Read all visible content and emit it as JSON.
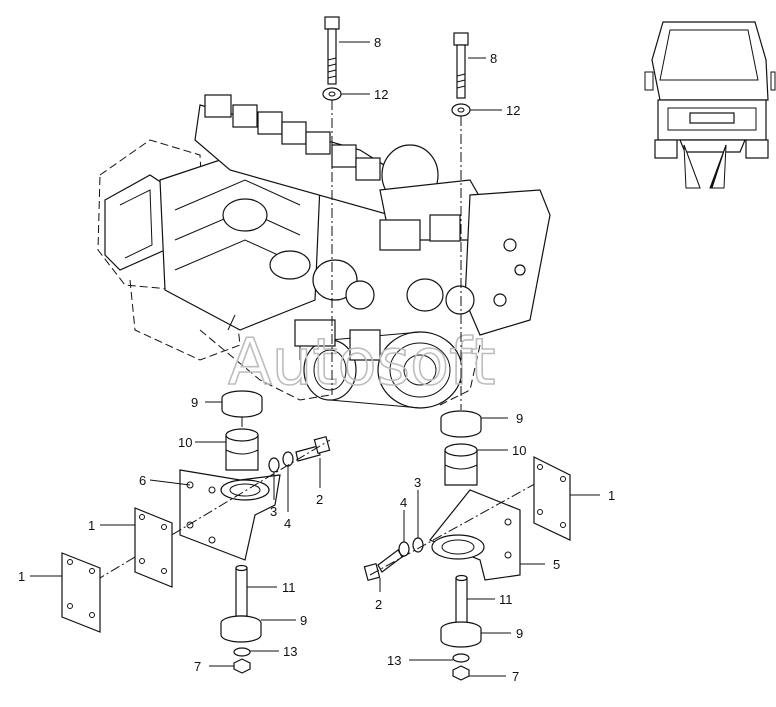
{
  "watermark": "Autosoft",
  "callouts": {
    "c8a": "8",
    "c12a": "12",
    "c8b": "8",
    "c12b": "12",
    "c9a": "9",
    "c10a": "10",
    "c6": "6",
    "c2a": "2",
    "c3a": "3",
    "c4a": "4",
    "c1a": "1",
    "c1b": "1",
    "c11a": "11",
    "c9c": "9",
    "c13a": "13",
    "c7a": "7",
    "c9b": "9",
    "c10b": "10",
    "c1c": "1",
    "c3b": "3",
    "c4b": "4",
    "c5": "5",
    "c2b": "2",
    "c11b": "11",
    "c9d": "9",
    "c13b": "13",
    "c7b": "7"
  },
  "icons": {
    "engine": "engine-assembly-icon",
    "truck": "truck-front-view-icon"
  }
}
